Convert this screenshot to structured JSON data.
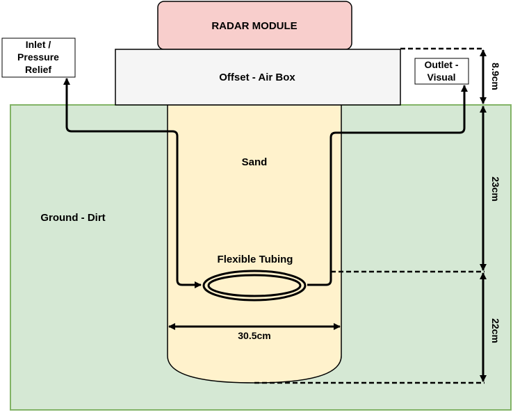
{
  "colors": {
    "ground_fill": "#d5e8d4",
    "ground_stroke": "#82b366",
    "sand_fill": "#fff2cc",
    "radar_fill": "#f8cecc",
    "airbox_fill": "#f5f5f5",
    "line": "#000000"
  },
  "labels": {
    "radar_module": "RADAR MODULE",
    "air_box": "Offset - Air Box",
    "sand": "Sand",
    "ground": "Ground - Dirt",
    "tubing": "Flexible Tubing",
    "inlet_line1": "Inlet /",
    "inlet_line2": "Pressure",
    "inlet_line3": "Relief",
    "outlet_line1": "Outlet -",
    "outlet_line2": "Visual",
    "width_dim": "30.5cm",
    "dim_airbox": "8.9cm",
    "dim_sand_upper": "23cm",
    "dim_sand_lower": "22cm"
  }
}
